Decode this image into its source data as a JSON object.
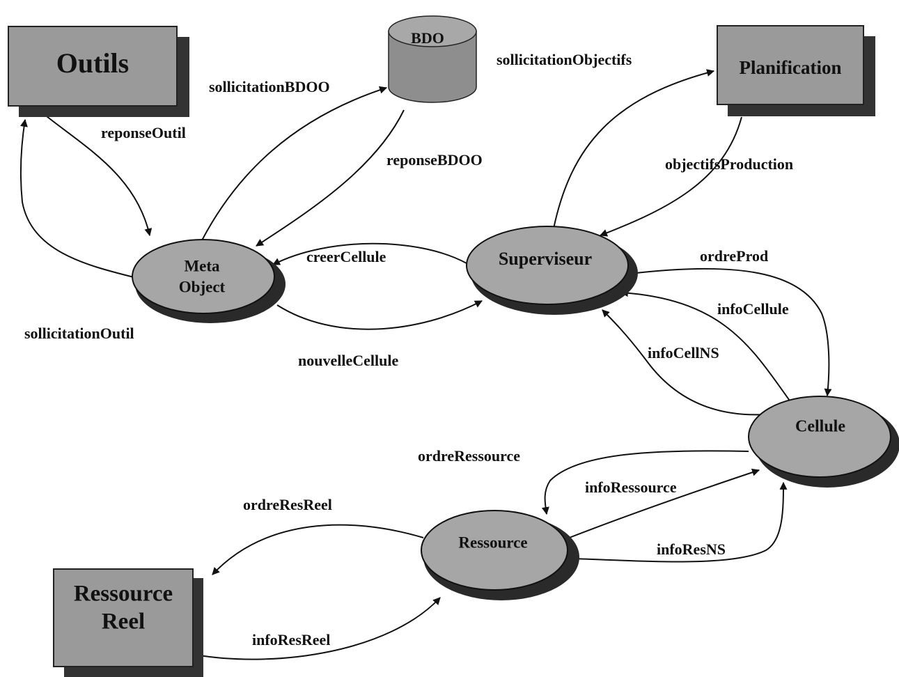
{
  "colors": {
    "box_fill": "#9a9a9a",
    "box_shadow": "#333333",
    "node_fill": "#a6a6a6",
    "node_shadow": "#2a2a2a",
    "line": "#111111"
  },
  "boxes": {
    "outils": "Outils",
    "planification": "Planification",
    "ressource_reel_line1": "Ressource",
    "ressource_reel_line2": "Reel"
  },
  "database": {
    "bdo": "BDO"
  },
  "nodes": {
    "meta_object_line1": "Meta",
    "meta_object_line2": "Object",
    "superviseur": "Superviseur",
    "cellule": "Cellule",
    "ressource": "Ressource"
  },
  "edges": {
    "reponse_outil": "reponseOutil",
    "sollicitation_outil": "sollicitationOutil",
    "sollicitation_bdoo": "sollicitationBDOO",
    "reponse_bdoo": "reponseBDOO",
    "sollicitation_objectifs": "sollicitationObjectifs",
    "objectifs_production": "objectifsProduction",
    "creer_cellule": "creerCellule",
    "nouvelle_cellule": "nouvelleCellule",
    "ordre_prod": "ordreProd",
    "info_cellule": "infoCellule",
    "info_cell_ns": "infoCellNS",
    "ordre_ressource": "ordreRessource",
    "info_ressource": "infoRessource",
    "info_res_ns": "infoResNS",
    "ordre_res_reel": "ordreResReel",
    "info_res_reel": "infoResReel"
  }
}
